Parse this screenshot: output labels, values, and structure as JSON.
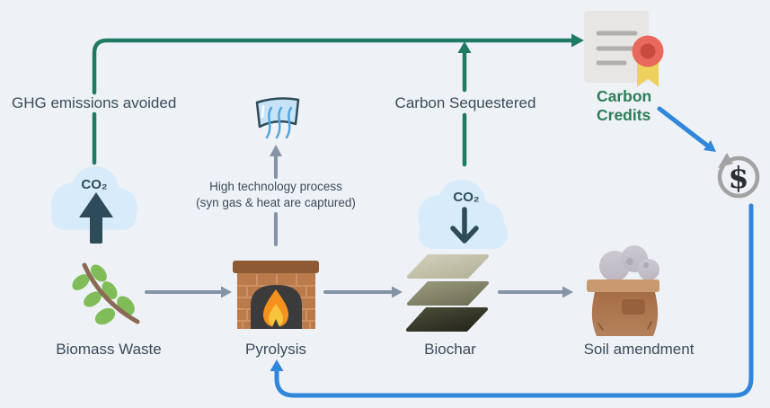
{
  "title": "Biochar carbon credits process diagram",
  "colors": {
    "background": "#eef2f6",
    "green": "#1e7a62",
    "blue": "#2f86db",
    "arrow_gray": "#8494a6",
    "text_dark": "#3b4b59",
    "credits_green": "#2c7d57",
    "cloud_blue": "#d7ebfa",
    "slate_icon": "#2e4b59"
  },
  "labels": {
    "ghg_avoided": "GHG emissions avoided",
    "carbon_sequestered": "Carbon Sequestered",
    "high_tech_line1": "High technology process",
    "high_tech_line2": "(syn gas & heat are captured)",
    "carbon_credits_line1": "Carbon",
    "carbon_credits_line2": "Credits",
    "co2_avoided": "CO₂",
    "co2_sequestered": "CO₂",
    "dollar": "$"
  },
  "nodes": [
    {
      "id": "biomass",
      "label": "Biomass Waste",
      "icon": "branch-leaves-icon"
    },
    {
      "id": "pyrolysis",
      "label": "Pyrolysis",
      "icon": "fireplace-icon"
    },
    {
      "id": "biochar",
      "label": "Biochar",
      "icon": "biochar-layers-icon"
    },
    {
      "id": "soil",
      "label": "Soil amendment",
      "icon": "soil-sack-icon"
    }
  ],
  "edges": [
    {
      "from": "biomass",
      "to": "pyrolysis",
      "style": "gray-arrow"
    },
    {
      "from": "pyrolysis",
      "to": "biochar",
      "style": "gray-arrow"
    },
    {
      "from": "biochar",
      "to": "soil",
      "style": "gray-arrow"
    },
    {
      "from": "pyrolysis",
      "to": "heat-capture",
      "style": "gray-arrow",
      "note": "High technology process (syn gas & heat are captured)"
    },
    {
      "from": "co2-avoided-cloud",
      "to": "carbon-credits-certificate",
      "style": "green-arrow",
      "note": "GHG emissions avoided"
    },
    {
      "from": "co2-sequestered-cloud",
      "to": "carbon-credits-certificate",
      "style": "green-arrow",
      "note": "Carbon Sequestered"
    },
    {
      "from": "carbon-credits-certificate",
      "to": "revenue-cycle",
      "style": "blue-arrow"
    },
    {
      "from": "revenue-cycle",
      "to": "pyrolysis",
      "style": "blue-arrow"
    }
  ]
}
